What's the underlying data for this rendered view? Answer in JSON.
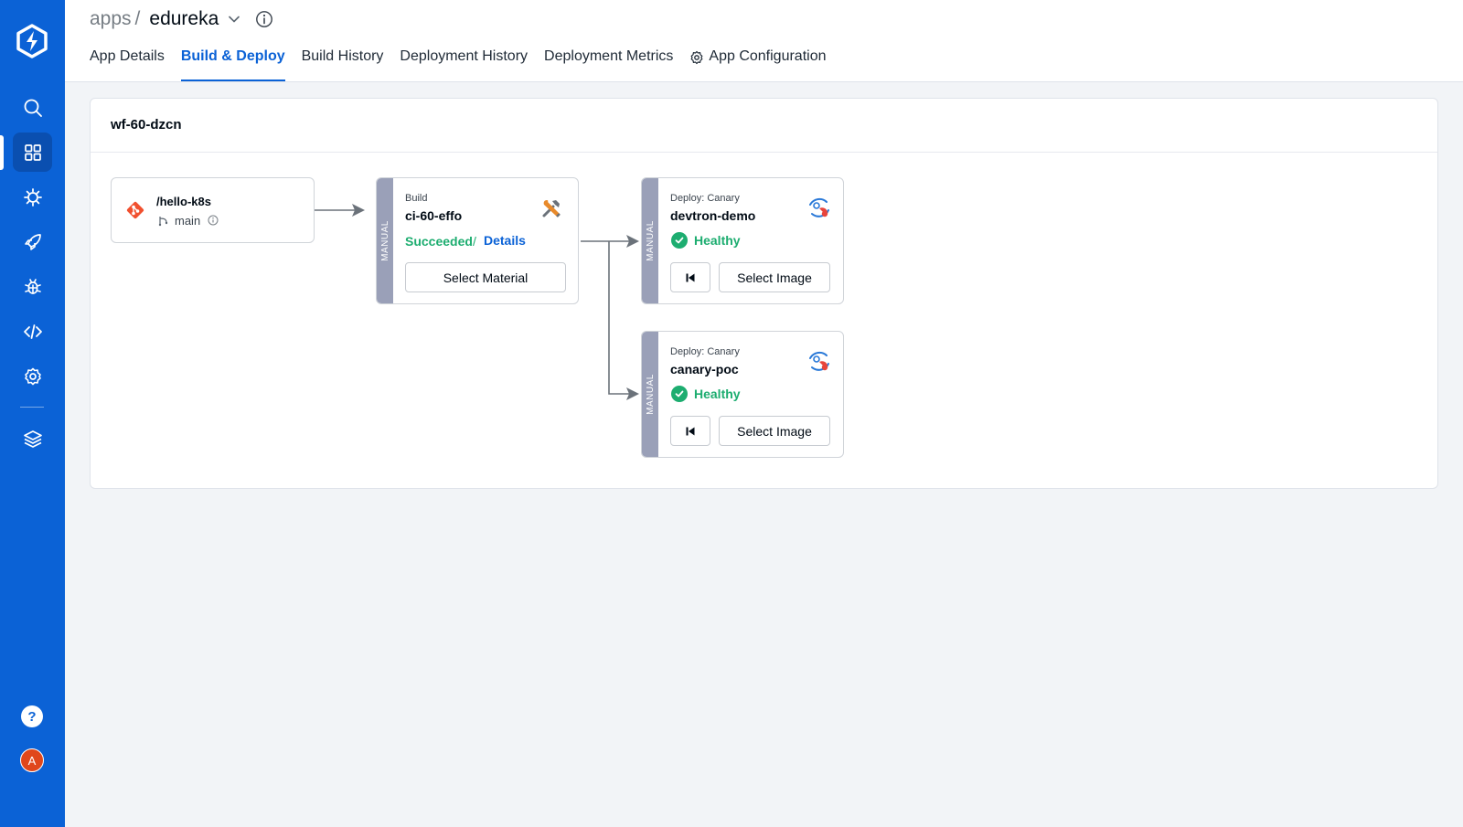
{
  "colors": {
    "brand": "#0b62d6",
    "success": "#1dad70",
    "manual_strip": "#9aa0b8",
    "git": "#f1502f"
  },
  "sidebar": {
    "items": [
      {
        "icon": "search-icon"
      },
      {
        "icon": "apps-grid-icon",
        "active": true
      },
      {
        "icon": "chart-store-icon"
      },
      {
        "icon": "deploy-rocket-icon"
      },
      {
        "icon": "bug-icon"
      },
      {
        "icon": "code-icon"
      },
      {
        "icon": "gear-icon"
      },
      {
        "icon": "layers-icon"
      }
    ],
    "help_label": "?",
    "avatar_initial": "A"
  },
  "header": {
    "breadcrumb_root": "apps",
    "breadcrumb_sep": "/",
    "app_name": "edureka",
    "tabs": [
      {
        "label": "App Details"
      },
      {
        "label": "Build & Deploy",
        "active": true
      },
      {
        "label": "Build History"
      },
      {
        "label": "Deployment History"
      },
      {
        "label": "Deployment Metrics"
      },
      {
        "label": "App Configuration",
        "icon": "gear-icon"
      }
    ]
  },
  "workflow": {
    "name": "wf-60-dzcn",
    "source": {
      "repo": "/hello-k8s",
      "branch": "main"
    },
    "build": {
      "trigger": "MANUAL",
      "type_label": "Build",
      "name": "ci-60-effo",
      "status": "Succeeded",
      "status_sep": "/",
      "details_link": "Details",
      "button": "Select Material"
    },
    "deployments": [
      {
        "trigger": "MANUAL",
        "type_label": "Deploy: Canary",
        "name": "devtron-demo",
        "status": "Healthy",
        "button": "Select Image"
      },
      {
        "trigger": "MANUAL",
        "type_label": "Deploy: Canary",
        "name": "canary-poc",
        "status": "Healthy",
        "button": "Select Image"
      }
    ]
  }
}
